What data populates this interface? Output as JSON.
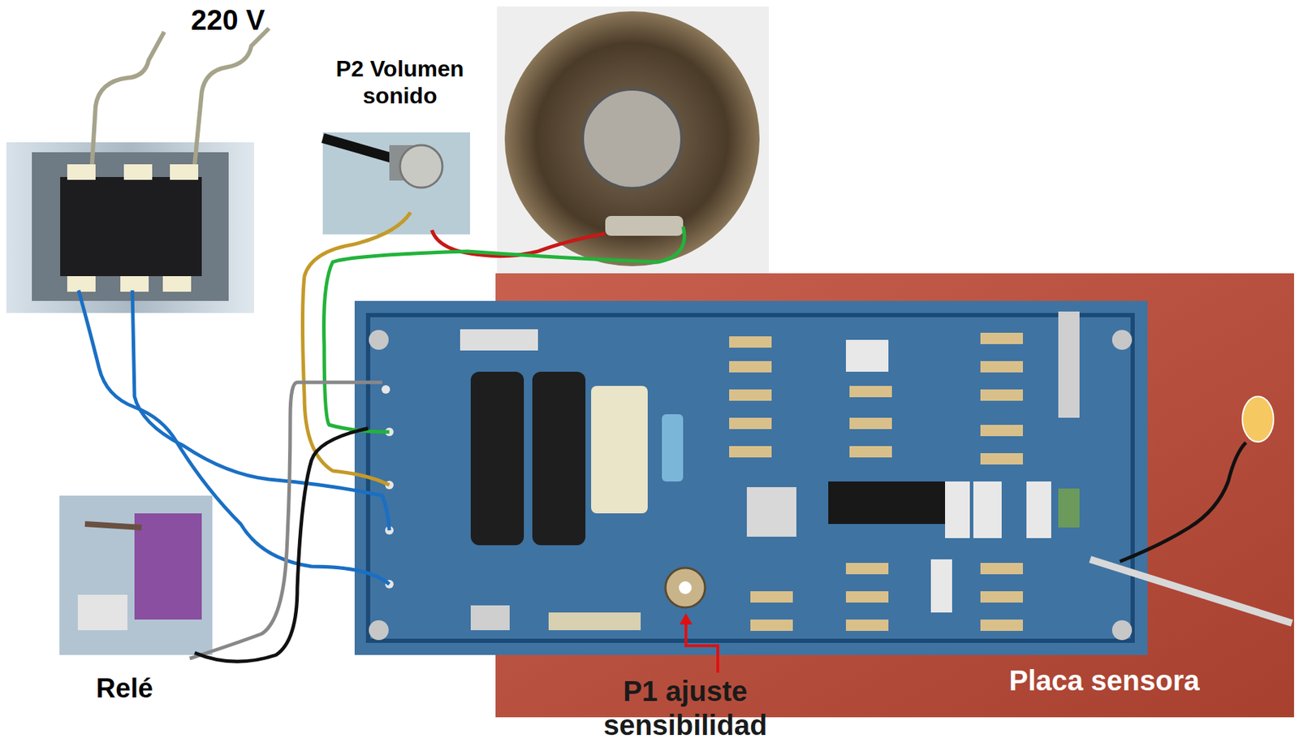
{
  "diagram": {
    "nodes": [
      {
        "text": [
          "Placa sensora"
        ]
      }
    ],
    "labels": [
      "220 V",
      "P2 Volumen sonido",
      "Relé",
      "P1 ajuste sensibilidad"
    ]
  }
}
